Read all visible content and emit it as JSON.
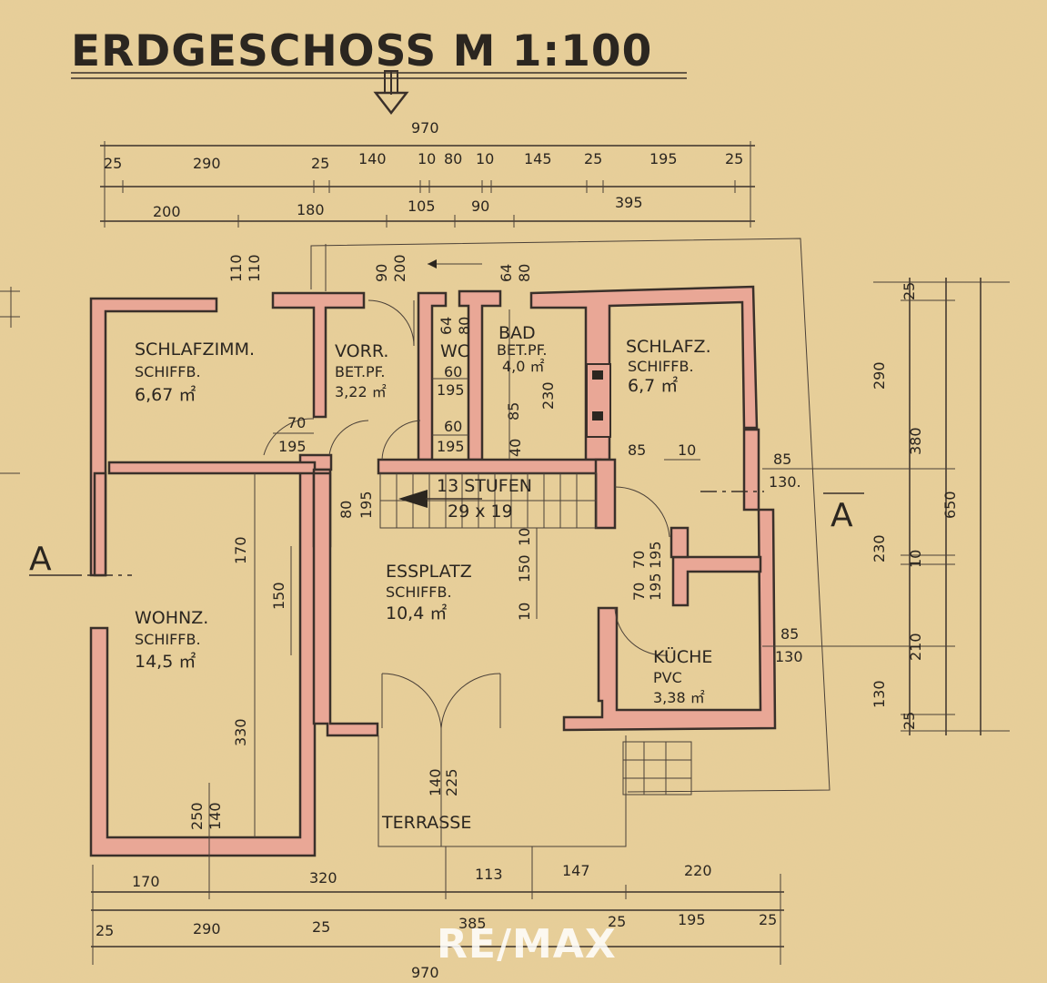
{
  "title": "ERDGESCHOSS  M 1:100",
  "rooms": {
    "schlafzimm": {
      "name": "SCHLAFZIMM.",
      "floor": "SCHIFFB.",
      "area": "6,67 ㎡"
    },
    "vorr": {
      "name": "VORR.",
      "floor": "BET.PF.",
      "area": "3,22 ㎡"
    },
    "wc": {
      "name": "WC"
    },
    "bad": {
      "name": "BAD",
      "floor": "BET.PF.",
      "area": "4,0 ㎡"
    },
    "schlafz": {
      "name": "SCHLAFZ.",
      "floor": "SCHIFFB.",
      "area": "6,7 ㎡"
    },
    "stairs": {
      "name": "13 STUFEN",
      "size": "29 x 19"
    },
    "essplatz": {
      "name": "ESSPLATZ",
      "floor": "SCHIFFB.",
      "area": "10,4 ㎡"
    },
    "wohnz": {
      "name": "WOHNZ.",
      "floor": "SCHIFFB.",
      "area": "14,5 ㎡"
    },
    "kueche": {
      "name": "KÜCHE",
      "floor": "PVC",
      "area": "3,38 ㎡"
    },
    "terrasse": {
      "name": "TERRASSE"
    }
  },
  "section_marks": {
    "left": "A",
    "right": "A"
  },
  "dimensions": {
    "top_total": "970",
    "top_row1": [
      "25",
      "290",
      "25",
      "140",
      "10",
      "80",
      "10",
      "145",
      "25",
      "195",
      "25"
    ],
    "top_row2": [
      "200",
      "180",
      "105",
      "90",
      "395"
    ],
    "window_top": [
      "110",
      "110"
    ],
    "door_top_a": [
      "90",
      "200"
    ],
    "door_top_b": [
      "64",
      "80"
    ],
    "wc_top": [
      "64",
      "80"
    ],
    "vorr_door": [
      "70",
      "195"
    ],
    "vorr_door2": [
      "60",
      "195"
    ],
    "wc_door": [
      "60",
      "195"
    ],
    "bad_dims": [
      "85",
      "230"
    ],
    "schlafz_window": [
      "85",
      "10"
    ],
    "stair_door": [
      "80",
      "195"
    ],
    "wall_a": [
      "40"
    ],
    "right_window_1": [
      "85",
      "130."
    ],
    "right_window_2": [
      "85",
      "130"
    ],
    "kitchen_door_1": [
      "70",
      "195"
    ],
    "kitchen_door_2": [
      "70",
      "195"
    ],
    "essplatz_v": [
      "10",
      "150",
      "10"
    ],
    "wohnz_v": [
      "170",
      "150",
      "330"
    ],
    "terrace_door": [
      "140",
      "225"
    ],
    "wohnz_window": [
      "250",
      "140"
    ],
    "bottom_row1": [
      "170",
      "320",
      "113",
      "147",
      "220"
    ],
    "bottom_row2": [
      "25",
      "290",
      "25",
      "385",
      "25",
      "195",
      "25"
    ],
    "bottom_total": "970",
    "right_col1": [
      "25",
      "290",
      "230",
      "130",
      "25"
    ],
    "right_col2": [
      "380",
      "10",
      "210"
    ],
    "right_total": "650"
  },
  "watermark": "RE/MAX"
}
